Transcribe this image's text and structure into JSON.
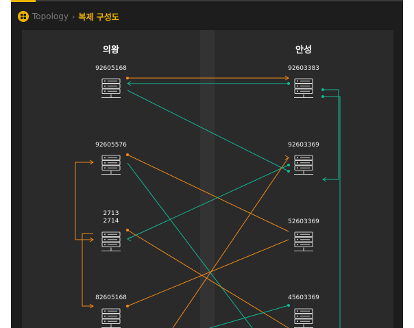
{
  "breadcrumb": {
    "root": "Topology",
    "separator": "›",
    "current": "복제 구성도",
    "home_icon": "dashboard-icon"
  },
  "colors": {
    "accent": "#f0b500",
    "orange": "#f08a18",
    "green": "#12b894",
    "panel": "#2a2a2a",
    "background": "#1d1d1d"
  },
  "sites": {
    "left": "의왕",
    "right": "안성"
  },
  "nodes": {
    "left": [
      {
        "label": "92605168"
      },
      {
        "label": "92605576"
      },
      {
        "label": "2713\n2714"
      },
      {
        "label": "82605168"
      }
    ],
    "right": [
      {
        "label": "92603383"
      },
      {
        "label": "92603369"
      },
      {
        "label": "52603369"
      },
      {
        "label": "45603369"
      }
    ]
  },
  "server_icon": "server-icon"
}
